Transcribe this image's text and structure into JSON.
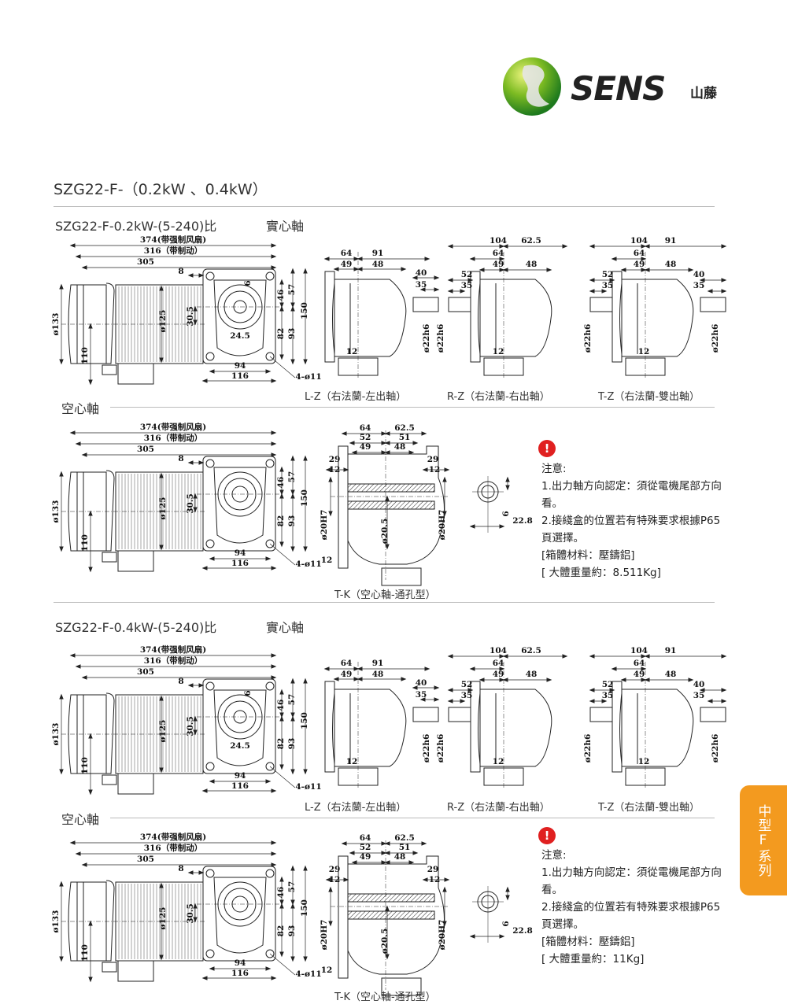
{
  "header": {
    "brand": "SENS",
    "brand_cn": "山藤"
  },
  "page_title": "SZG22-F-（0.2kW 、0.4kW）",
  "side_tab": "中型F系列",
  "motor_dims": {
    "len_fan": "374(带强制风扇)",
    "len_brake": "316（带制动）",
    "len": "305",
    "d8": "8",
    "dia133": "ø133",
    "h110": "110",
    "dia125": "ø125",
    "d30_5": "30.5",
    "d24_5": "24.5",
    "d6": "6",
    "d46": "46",
    "d57": "57",
    "d150": "150",
    "d82": "82",
    "d93": "93",
    "d94": "94",
    "d116": "116",
    "holes": "4-ø11"
  },
  "views": [
    {
      "caption": "L-Z（右法蘭-左出軸）",
      "dims": [
        "64",
        "91",
        "49",
        "48",
        "40",
        "35",
        "12",
        "ø22h6"
      ]
    },
    {
      "caption": "R-Z（右法蘭-右出軸）",
      "dims": [
        "104",
        "62.5",
        "64",
        "49",
        "48",
        "52",
        "35",
        "12",
        "ø22h6"
      ]
    },
    {
      "caption": "T-Z（右法蘭-雙出軸）",
      "dims": [
        "104",
        "91",
        "64",
        "49",
        "48",
        "52",
        "35",
        "40",
        "35",
        "12",
        "ø22h6",
        "ø22h6"
      ]
    }
  ],
  "tk": {
    "caption": "T-K（空心軸-通孔型）",
    "dims": [
      "64",
      "62.5",
      "52",
      "51",
      "49",
      "48",
      "29",
      "29",
      "12",
      "12",
      "ø20H7",
      "ø20.5",
      "ø20H7",
      "12"
    ],
    "detail": [
      "6",
      "22.8"
    ]
  },
  "sections": [
    {
      "title": "SZG22-F-0.2kW-(5-240)比",
      "solid_label": "實心軸",
      "hollow_label": "空心軸",
      "notes": {
        "warn": "!",
        "title": "注意:",
        "item1": "1.出力軸方向認定：須從電機尾部方向看。",
        "item2": "2.接綫盒的位置若有特殊要求根據P65頁選擇。",
        "material": "[箱體材料：壓鑄鋁]",
        "weight": "[ 大體重量約：8.511Kg]"
      }
    },
    {
      "title": "SZG22-F-0.4kW-(5-240)比",
      "solid_label": "實心軸",
      "hollow_label": "空心軸",
      "notes": {
        "warn": "!",
        "title": "注意:",
        "item1": "1.出力軸方向認定：須從電機尾部方向看。",
        "item2": "2.接綫盒的位置若有特殊要求根據P65頁選擇。",
        "material": "[箱體材料：壓鑄鋁]",
        "weight": "[ 大體重量約：11Kg]"
      }
    }
  ]
}
